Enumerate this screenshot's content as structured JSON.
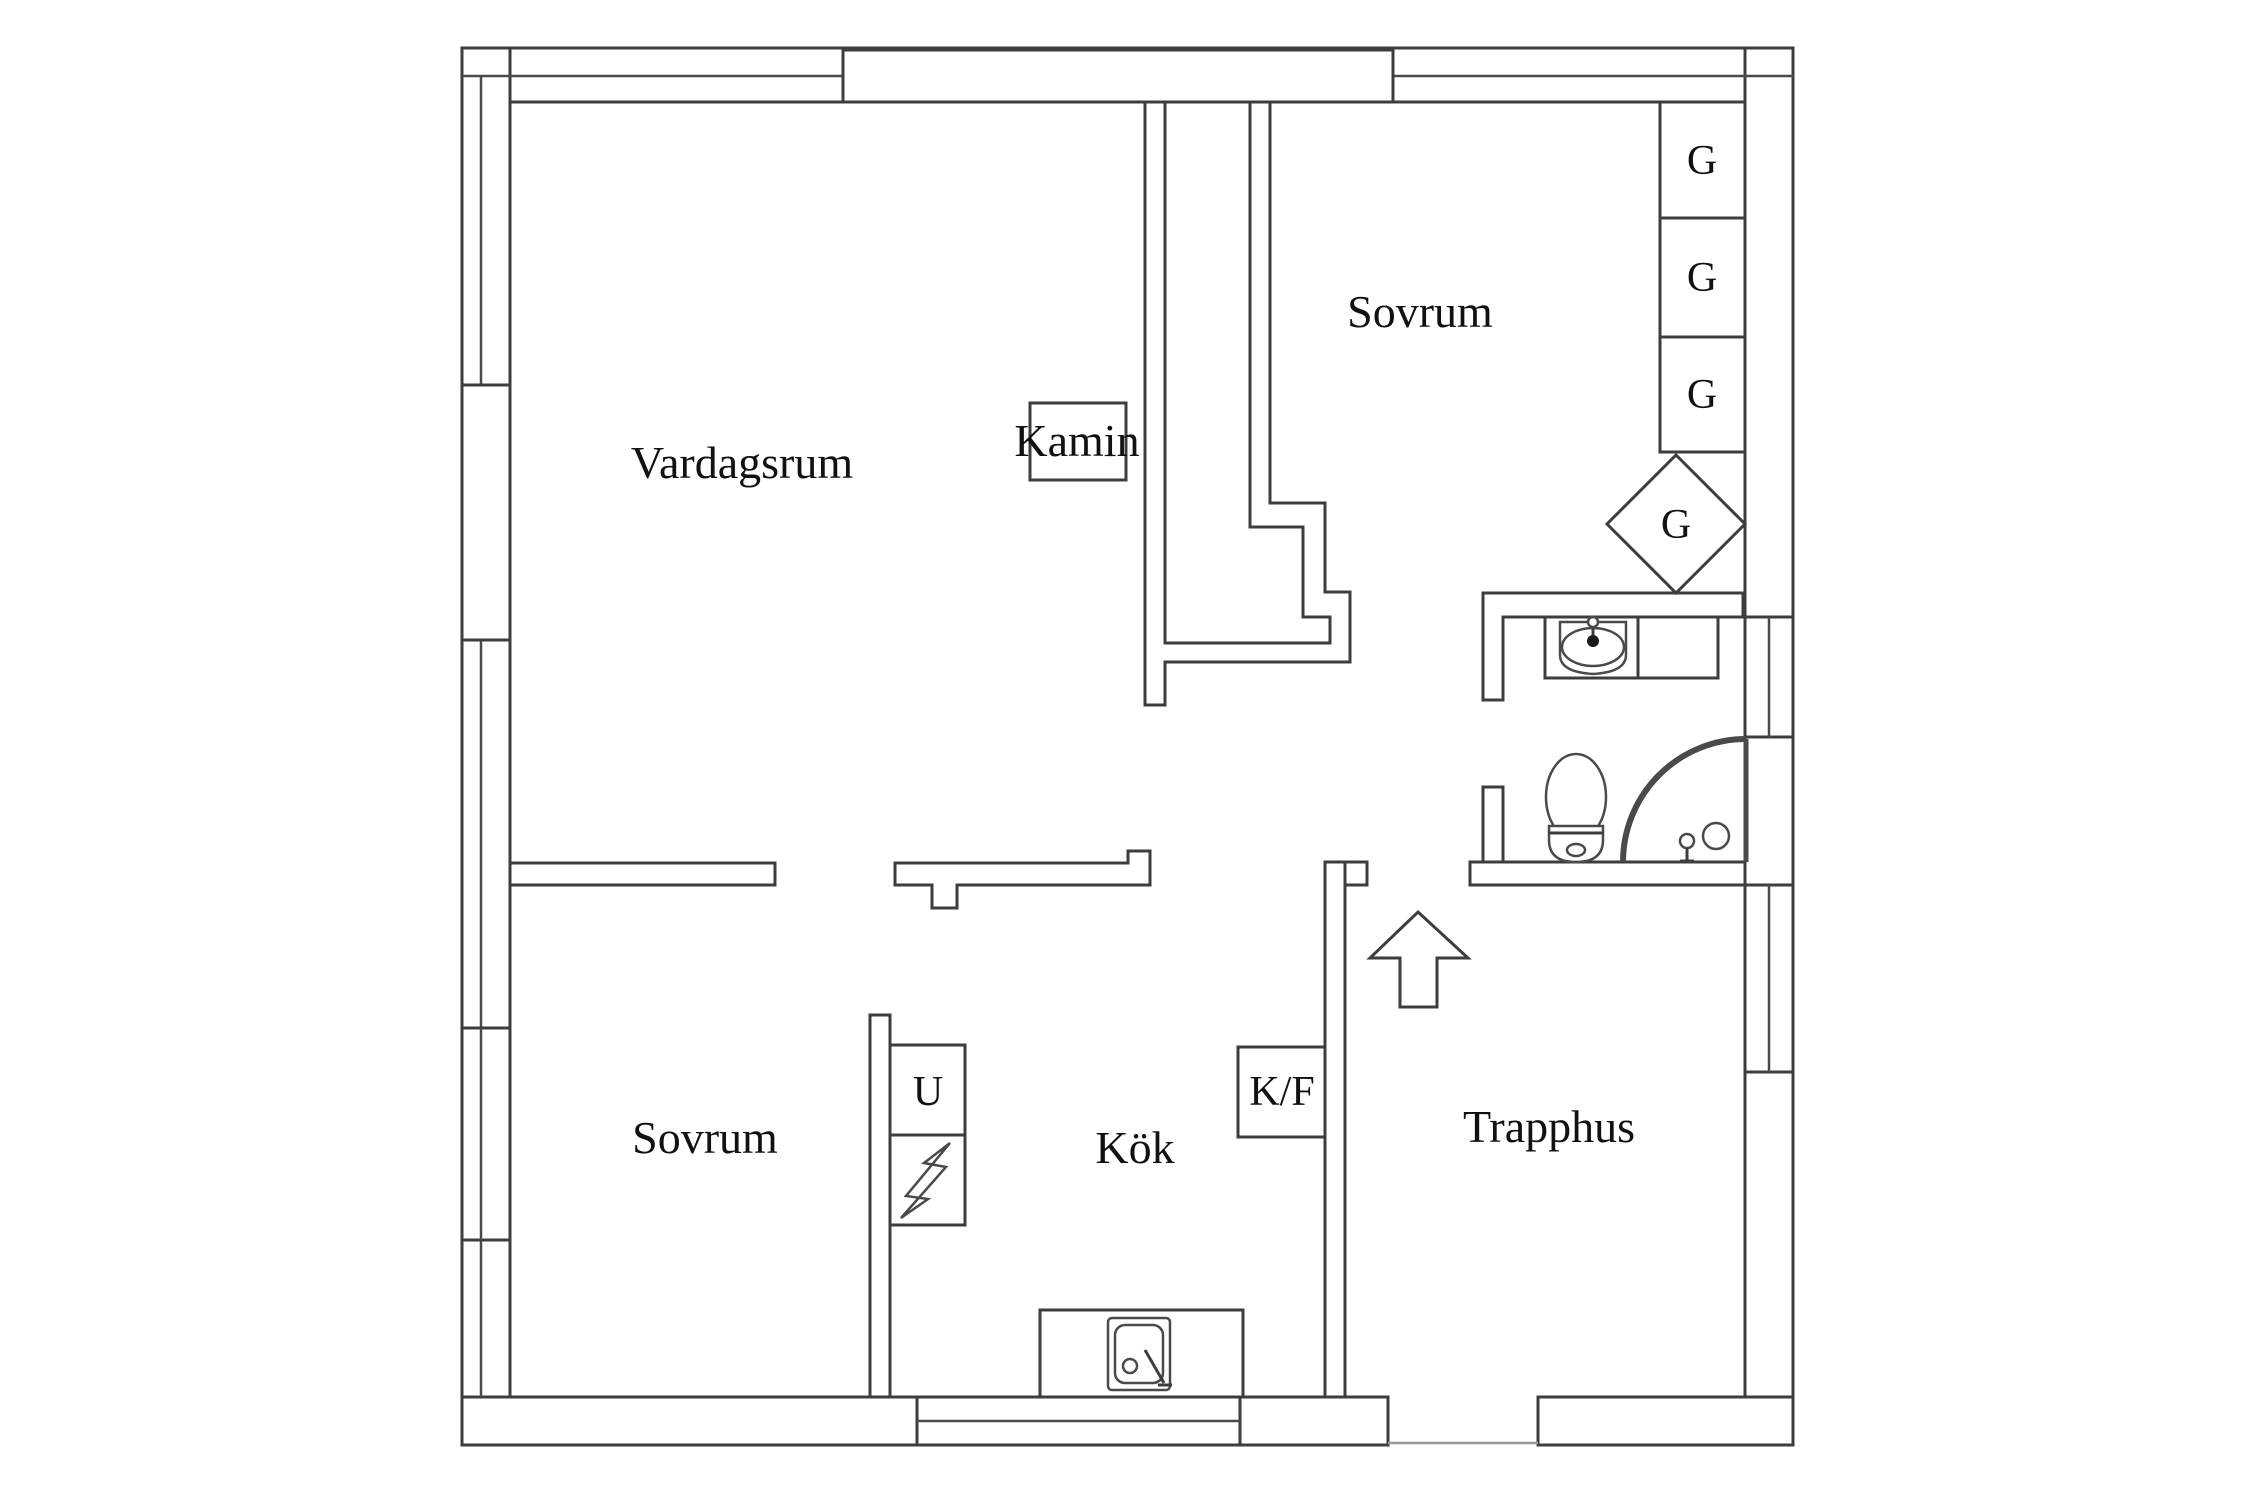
{
  "floor_plan": {
    "rooms": {
      "living_room": {
        "label": "Vardagsrum"
      },
      "bedroom_upper": {
        "label": "Sovrum"
      },
      "bedroom_lower": {
        "label": "Sovrum"
      },
      "kitchen": {
        "label": "Kök"
      },
      "stairwell": {
        "label": "Trapphus"
      }
    },
    "features": {
      "fireplace": {
        "label": "Kamin"
      },
      "wardrobes": [
        "G",
        "G",
        "G",
        "G"
      ],
      "oven": {
        "label": "U"
      },
      "fridge_freezer": {
        "label": "K/F"
      }
    },
    "colors": {
      "background": "#ffffff",
      "wall_line": "#3d3d3d",
      "text": "#111111",
      "door_arc": "#4a4a4a",
      "light_line": "#9a9a9a"
    }
  }
}
